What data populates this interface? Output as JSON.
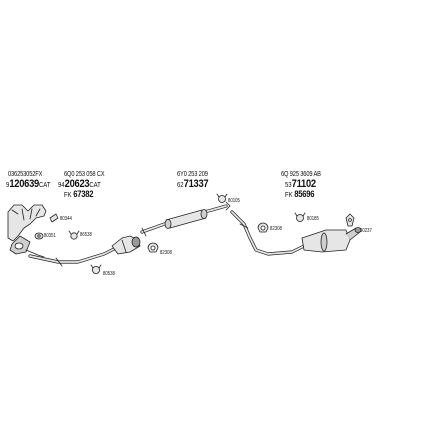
{
  "colors": {
    "line": "#222222",
    "part_fill": "#e6e6e6",
    "shade": "#9a9a9a",
    "background": "#ffffff"
  },
  "oem_numbers": [
    "036253052FX",
    "6Q0 253 058 CX",
    "6Y0 253 209",
    "6Q 925 3609 AB"
  ],
  "part_numbers": [
    {
      "prefix": "9",
      "bold": "120639",
      "suffix": "CAT"
    },
    {
      "prefix": "94",
      "bold": "20623",
      "suffix": "CAT"
    },
    {
      "prefix": "62",
      "bold": "71337",
      "suffix": ""
    },
    {
      "prefix": "53",
      "bold": "71102",
      "suffix": ""
    },
    {
      "prefix": "FK ",
      "bold": "67382",
      "suffix": ""
    },
    {
      "prefix": "FK ",
      "bold": "85696",
      "suffix": ""
    }
  ],
  "callouts": [
    "80344",
    "80351",
    "86538",
    "80538",
    "80105",
    "82308",
    "82308",
    "80185",
    "80237"
  ]
}
